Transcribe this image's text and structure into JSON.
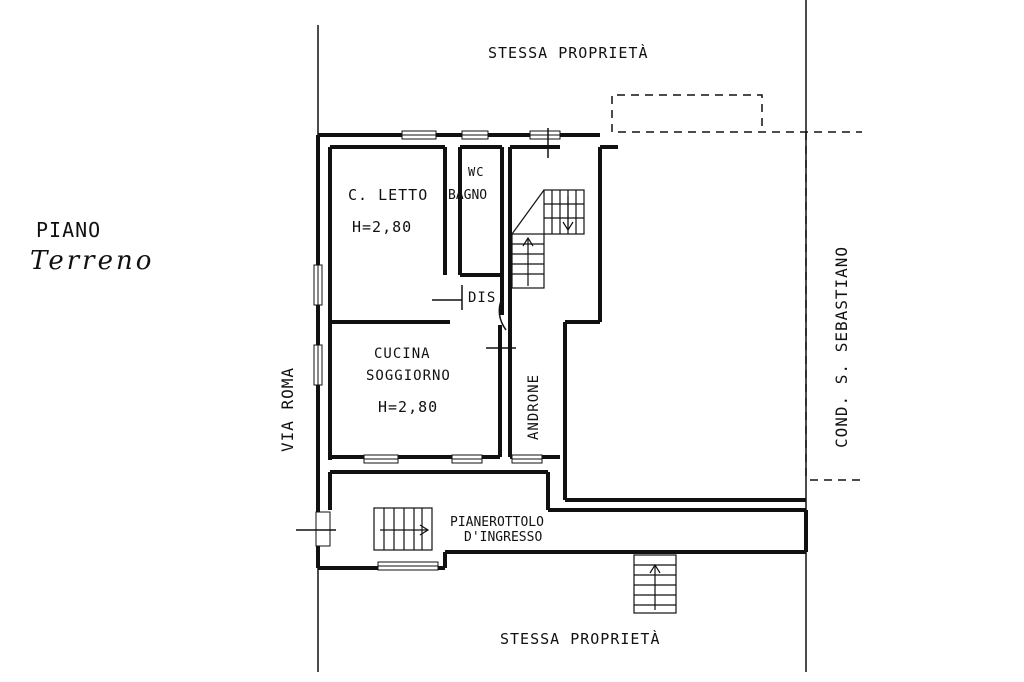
{
  "title": {
    "line1": "PIANO",
    "line2": "Terreno"
  },
  "neighbors": {
    "top": "STESSA PROPRIETÀ",
    "bottom": "STESSA PROPRIETÀ",
    "right": "COND. S. SEBASTIANO",
    "left": "VIA ROMA"
  },
  "rooms": {
    "bedroom": {
      "name": "C. LETTO",
      "height": "H=2,80"
    },
    "bath": {
      "name_line1": "WC",
      "name_line2": "BAGNO"
    },
    "closet": {
      "name": "DIS"
    },
    "kitchen": {
      "name_line1": "CUCINA",
      "name_line2": "SOGGIORNO",
      "height": "H=2,80"
    },
    "hall": {
      "name": "ANDRONE"
    },
    "landing": {
      "line1": "PIANEROTTOLO",
      "line2": "D'INGRESSO"
    }
  }
}
